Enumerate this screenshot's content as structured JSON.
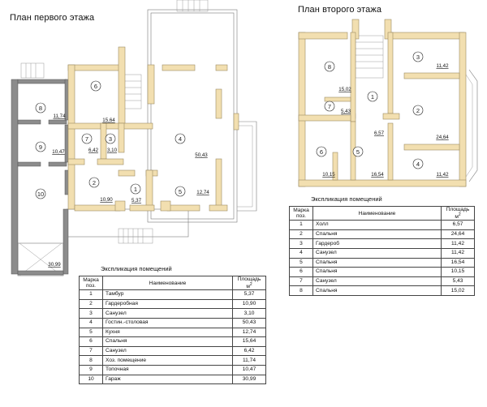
{
  "plan1": {
    "title": "План первого этажа",
    "table_title": "Экспликация помещений",
    "headers": {
      "mark_a": "Марка",
      "mark_b": "поз.",
      "name": "Наименование",
      "area_a": "Площадь",
      "area_b": "м",
      "area_sup": "2"
    },
    "rows": [
      {
        "n": "1",
        "name": "Тамбур",
        "area": "5,37"
      },
      {
        "n": "2",
        "name": "Гардеробная",
        "area": "10,90"
      },
      {
        "n": "3",
        "name": "Санузел",
        "area": "3,10"
      },
      {
        "n": "4",
        "name": "Гостин.-столовая",
        "area": "50,43"
      },
      {
        "n": "5",
        "name": "Кухня",
        "area": "12,74"
      },
      {
        "n": "6",
        "name": "Спальня",
        "area": "15,64"
      },
      {
        "n": "7",
        "name": "Санузел",
        "area": "6,42"
      },
      {
        "n": "8",
        "name": "Хоз. помещение",
        "area": "11,74"
      },
      {
        "n": "9",
        "name": "Топочная",
        "area": "10,47"
      },
      {
        "n": "10",
        "name": "Гараж",
        "area": "30,99"
      }
    ],
    "room_labels": [
      {
        "n": "1",
        "area": "5,37"
      },
      {
        "n": "2",
        "area": "10,90"
      },
      {
        "n": "3",
        "area": "3,10"
      },
      {
        "n": "4",
        "area": "50,43"
      },
      {
        "n": "5",
        "area": "12,74"
      },
      {
        "n": "6",
        "area": "15,64"
      },
      {
        "n": "7",
        "area": "6,42"
      },
      {
        "n": "8",
        "area": "11,74"
      },
      {
        "n": "9",
        "area": "10,47"
      },
      {
        "n": "10",
        "area": "30,99"
      }
    ]
  },
  "plan2": {
    "title": "План второго этажа",
    "table_title": "Экспликация помещений",
    "headers": {
      "mark_a": "Марка",
      "mark_b": "поз.",
      "name": "Наименование",
      "area_a": "Площадь",
      "area_b": "м",
      "area_sup": "2"
    },
    "rows": [
      {
        "n": "1",
        "name": "Холл",
        "area": "6,57"
      },
      {
        "n": "2",
        "name": "Спальня",
        "area": "24,64"
      },
      {
        "n": "3",
        "name": "Гардероб",
        "area": "11,42"
      },
      {
        "n": "4",
        "name": "Санузел",
        "area": "11,42"
      },
      {
        "n": "5",
        "name": "Спальня",
        "area": "16,54"
      },
      {
        "n": "6",
        "name": "Спальня",
        "area": "10,15"
      },
      {
        "n": "7",
        "name": "Санузел",
        "area": "5,43"
      },
      {
        "n": "8",
        "name": "Спальня",
        "area": "15,02"
      }
    ],
    "room_labels": [
      {
        "n": "1",
        "area": "6,57"
      },
      {
        "n": "2",
        "area": "24,64"
      },
      {
        "n": "3",
        "area": "11,42"
      },
      {
        "n": "4",
        "area": "11,42"
      },
      {
        "n": "5",
        "area": "16,54"
      },
      {
        "n": "6",
        "area": "10,15"
      },
      {
        "n": "7",
        "area": "5,43"
      },
      {
        "n": "8",
        "area": "15,02"
      }
    ]
  },
  "colors": {
    "log_wall": "#f2dfb0",
    "log_edge": "#9c8a62",
    "masonry": "#8c8c8c",
    "outline": "#707070"
  }
}
